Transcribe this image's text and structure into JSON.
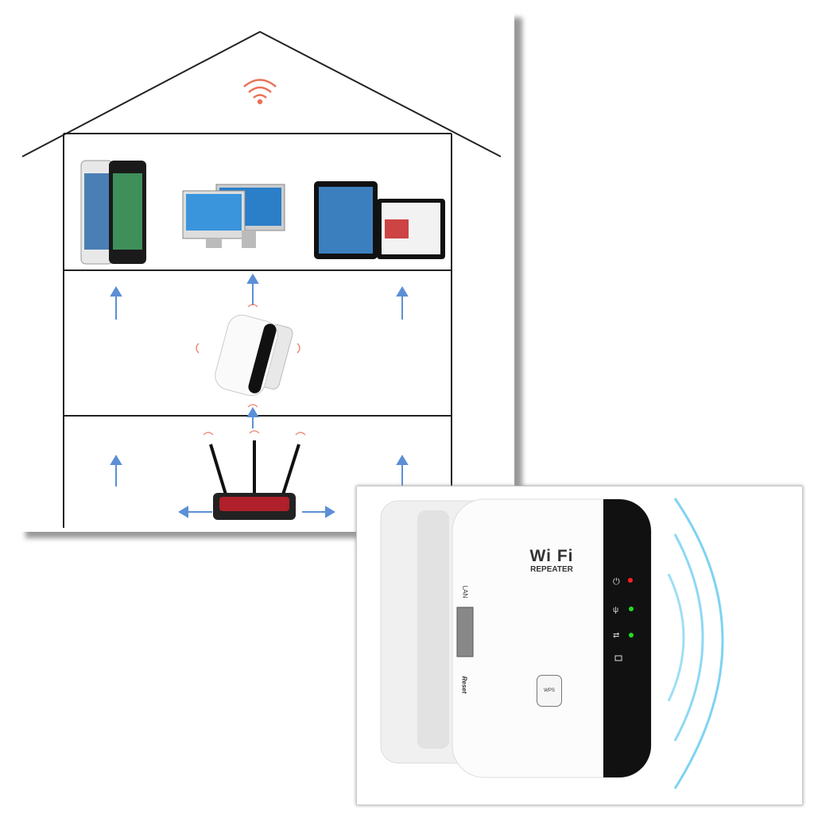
{
  "house_diagram": {
    "floors": [
      "devices",
      "repeater",
      "router"
    ],
    "devices": [
      "smartphones",
      "desktop-monitors",
      "tablets"
    ],
    "signal_color": "#e8735a",
    "arrow_color": "#5b8fd6"
  },
  "product": {
    "brand_line1": "Wi Fi",
    "brand_line2": "REPEATER",
    "port_label": "LAN",
    "reset_label": "Reset",
    "wps_label": "WPS",
    "indicators": [
      {
        "icon": "power-icon",
        "led_color": "#ff2020"
      },
      {
        "icon": "antenna-icon",
        "led_color": "#22dd22"
      },
      {
        "icon": "transfer-icon",
        "led_color": "#22dd22"
      },
      {
        "icon": "lan-port-icon",
        "led_color": ""
      }
    ],
    "wave_color": "#5ec8ef"
  }
}
